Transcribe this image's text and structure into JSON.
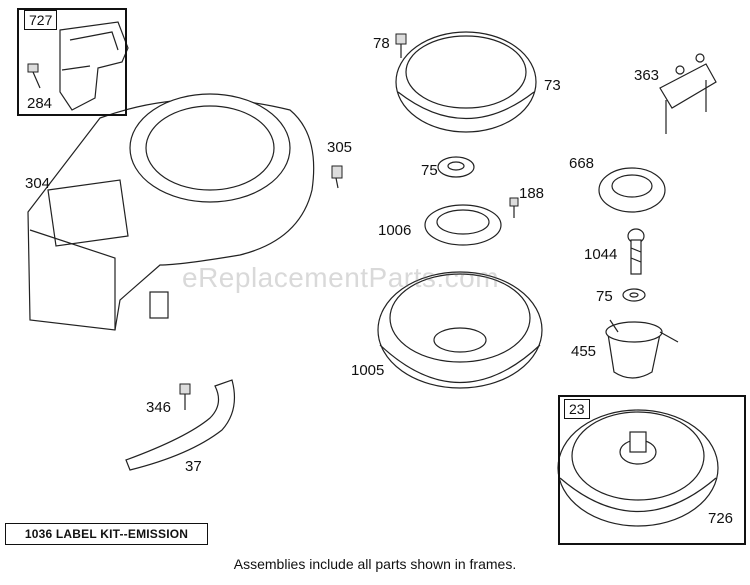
{
  "parts": {
    "p727": "727",
    "p284": "284",
    "p304": "304",
    "p305": "305",
    "p78": "78",
    "p73": "73",
    "p75a": "75",
    "p188": "188",
    "p1006": "1006",
    "p1005": "1005",
    "p363": "363",
    "p668": "668",
    "p1044": "1044",
    "p75b": "75",
    "p455": "455",
    "p346": "346",
    "p37": "37",
    "p23": "23",
    "p726": "726"
  },
  "label_kit": "1036 LABEL KIT--EMISSION",
  "footer": "Assemblies include all parts shown in frames.",
  "watermark": "eReplacementParts.com"
}
